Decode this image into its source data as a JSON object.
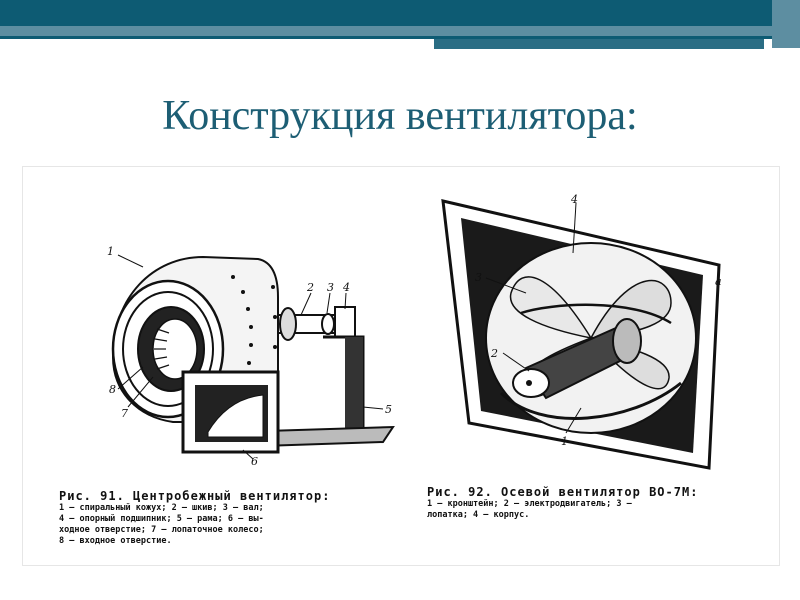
{
  "slide": {
    "title": "Конструкция вентилятора:"
  },
  "figure_left": {
    "caption_title": "Рис. 91. Центробежный вентилятор:",
    "caption_lines": [
      "1 — спиральный кожух; 2 — шкив; 3 — вал;",
      "4 — опорный подшипник; 5 — рама; 6 — вы-",
      "ходное отверстие; 7 — лопаточное колесо;",
      "8 — входное отверстие."
    ],
    "labels": [
      "1",
      "2",
      "3",
      "4",
      "5",
      "6",
      "7",
      "8"
    ]
  },
  "figure_right": {
    "caption_title": "Рис. 92. Осевой вентилятор ВО-7М:",
    "caption_lines": [
      "1 — кронштейн; 2 — электродвигатель; 3 —",
      "лопатка; 4 — корпус."
    ],
    "labels": [
      "1",
      "2",
      "3",
      "4",
      "a"
    ]
  },
  "colors": {
    "accent": "#0d5b73",
    "title": "#1d5e74"
  }
}
